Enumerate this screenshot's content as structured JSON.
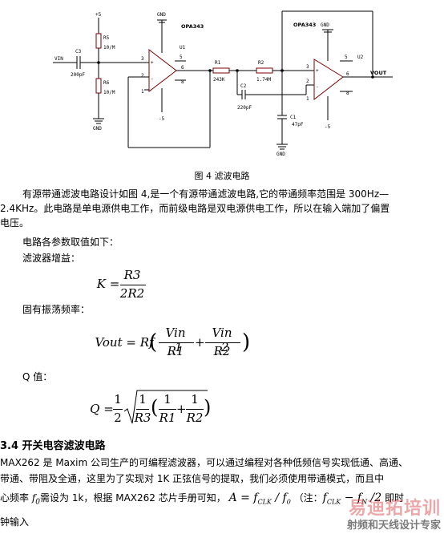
{
  "figure": {
    "labels": {
      "vin": "VIN",
      "vout": "VOUT",
      "c3": "C3",
      "c3_val": "200pF",
      "r5": "R5",
      "r5_val": "10/M",
      "r6": "R6",
      "r6_val": "10/M",
      "r1": "R1",
      "r1_val": "243K",
      "r2": "R2",
      "r2_val": "1.74M",
      "c2": "C2",
      "c2_val": "220pF",
      "c1": "C1",
      "c1_val": "47pF",
      "u1": "U1",
      "u2": "U2",
      "opa1": "OPA343",
      "opa2": "OPA343",
      "gnd": "GND",
      "plus5": "+5",
      "minus5": "-5",
      "pin1": "1",
      "pin2": "2",
      "pin3": "3",
      "pin5": "5",
      "pin6": "6",
      "pin8": "8",
      "plus": "+",
      "minus": "-"
    },
    "caption": "图 4  滤波电路"
  },
  "body": {
    "p1_l1": "有源带通滤波电路设计如图 4,是一个有源带通滤波电路,它的带通频率范围是 300Hz—",
    "p1_l2": "2.4KHz。此电路是单电源供电工作，而前级电路是双电源供电工作，所以在输入端加了偏置",
    "p1_l3": "电压。",
    "p2": "电路各参数取值如下：",
    "p3": "滤波器增益：",
    "p4": "固有振荡频率：",
    "p5": "Q 值：",
    "heading": "3.4 开关电容滤波电路",
    "p6_l1": "MAX262 是 Maxim 公司生产的可编程滤波器，可以通过编程对各种低频信号实现低通、高通、",
    "p6_l2": "带通、带阻及全通，这里为了实现对 1K 正弦信号的提取，我们必须使用带通模式，而且中",
    "p6_l3_a": "心频率 ",
    "p6_l3_b": "需设为 1k，根据 MAX262 芯片手册可知，",
    "p6_l3_c": "（注：",
    "p6_l3_d": " 即时",
    "p6_l4": "钟输入"
  },
  "equations": {
    "k_lhs": "K =",
    "k_num": "R3",
    "k_den": "2R2",
    "v_lhs": "Vout = Rf",
    "v_n1": "Vin _1",
    "v_d1": "R1",
    "v_plus": "+",
    "v_n2": "Vin _2",
    "v_d2": "R2",
    "q_lhs": "Q =",
    "q_half_n": "1",
    "q_half_d": "2",
    "q_n1": "1",
    "q_d1": "R3",
    "q_n2": "1",
    "q_d2": "R1",
    "q_plus": "+",
    "q_n3": "1",
    "q_d3": "R2",
    "f0": "f",
    "f0_sub": "0",
    "a_eq": "A = f",
    "a_sub": "CLK",
    "a_tail": " / f",
    "a_tail_sub": "0",
    "note_eq": "f",
    "note_sub1": "CLK",
    "note_mid": " − f",
    "note_sub2": "N",
    "note_end": " /2"
  },
  "watermark": {
    "cn": "易迪拓培训",
    "en": "射频和天线设计专家"
  }
}
